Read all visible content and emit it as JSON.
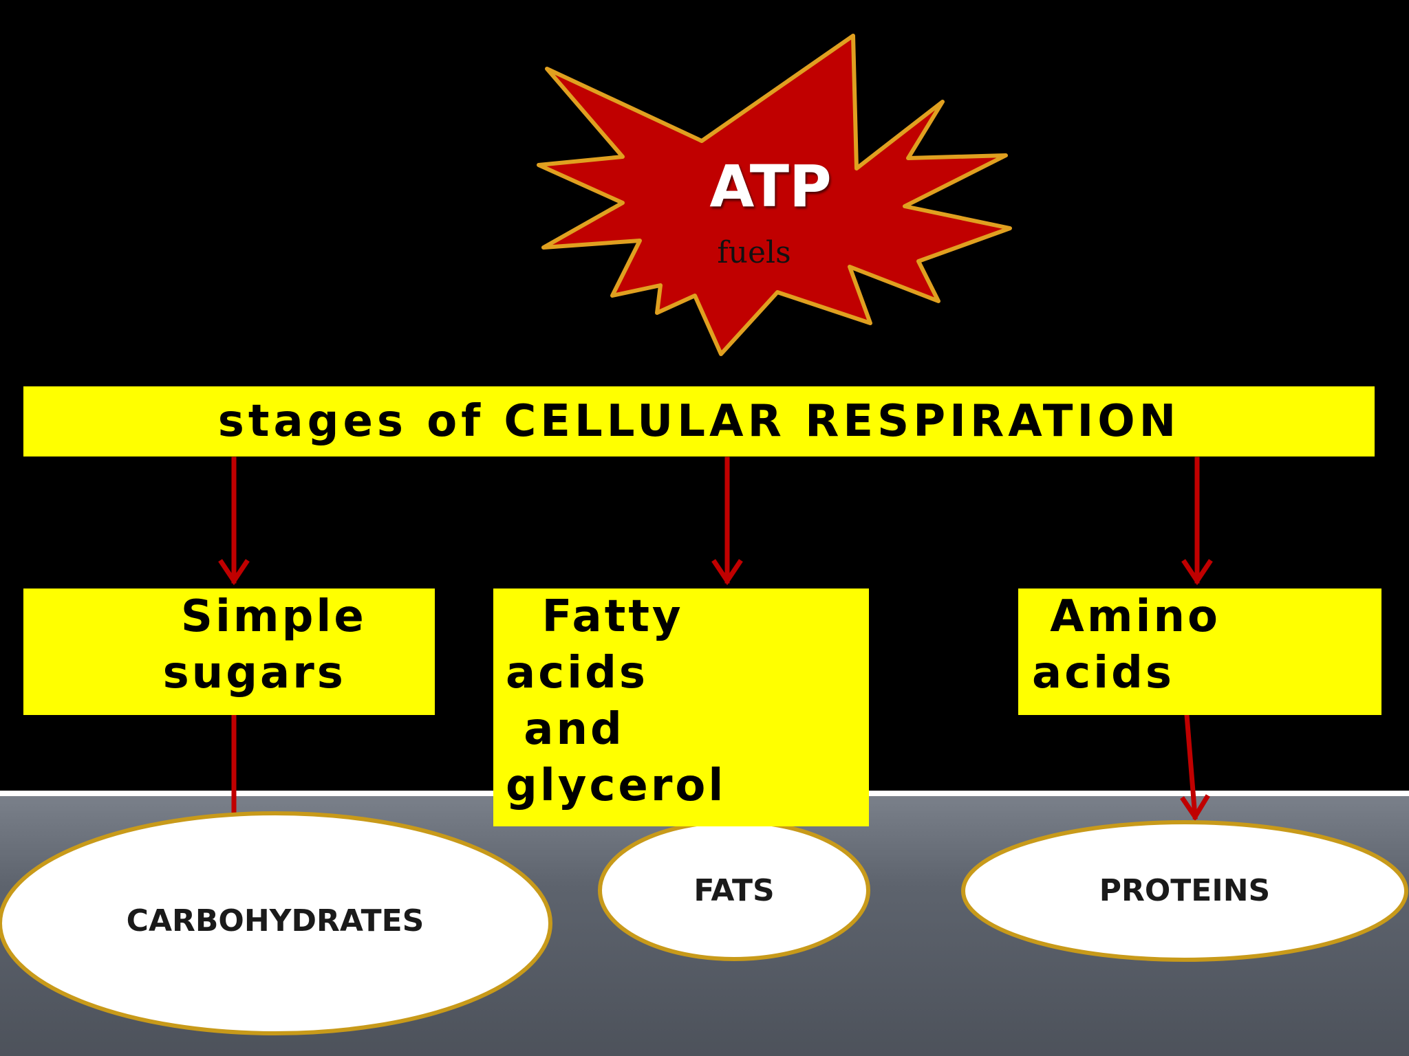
{
  "burst": {
    "title": "ATP",
    "subtitle": "fuels"
  },
  "banner": {
    "label": "stages of CELLULAR RESPIRATION"
  },
  "boxes": {
    "simple_sugars": "   Simple\n  sugars",
    "fatty_acids": "  Fatty\nacids\n and\nglycerol",
    "amino_acids": " Amino\nacids"
  },
  "ellipses": {
    "carbohydrates": "CARBOHYDRATES",
    "fats": "FATS",
    "proteins": "PROTEINS"
  },
  "colors": {
    "background_top": "#000000",
    "background_bottom": "#5a616c",
    "burst_fill": "#c00000",
    "burst_border": "#e0a020",
    "box_fill": "#ffff00",
    "arrow": "#c00000",
    "ellipse_border": "#c89a1a"
  }
}
